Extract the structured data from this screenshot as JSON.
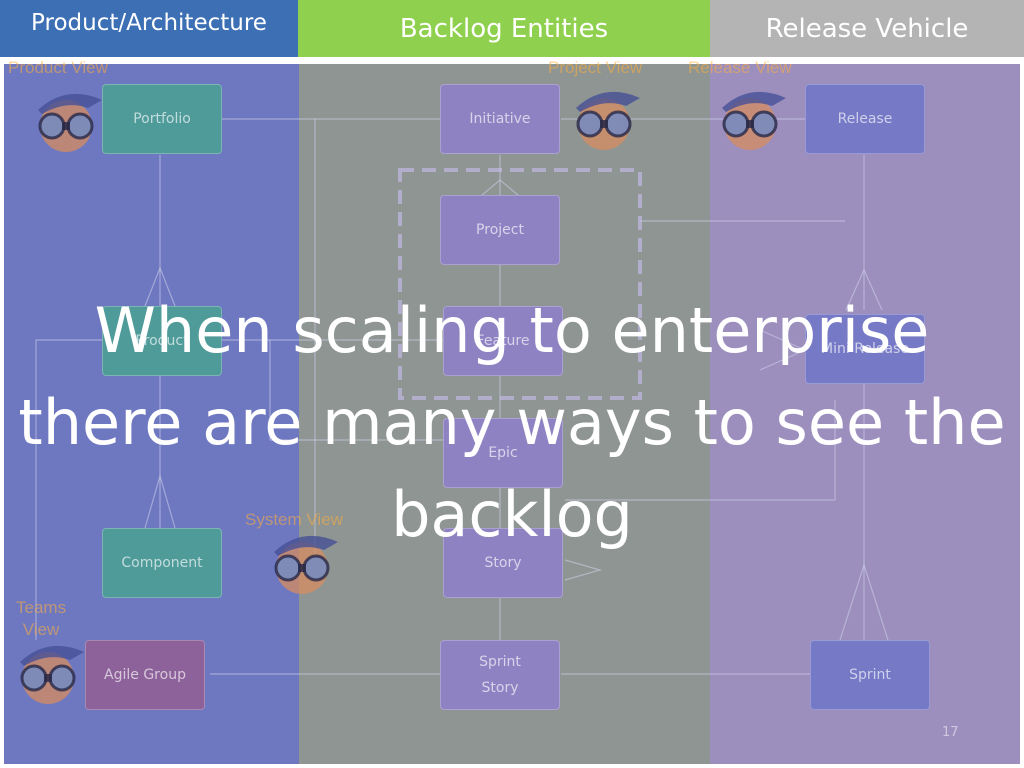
{
  "tabs": [
    {
      "label": "Product/Architecture",
      "color": "#3c6fb4"
    },
    {
      "label": "Backlog Entities",
      "color": "#8fd14f"
    },
    {
      "label": "Release Vehicle",
      "color": "#b4b4b4"
    }
  ],
  "columns": {
    "left": "#6e78c0",
    "middle": "#8e9592",
    "right": "#9c8fbe"
  },
  "views": {
    "product": "Product View",
    "project": "Project View",
    "release": "Release View",
    "system": "System View",
    "teams_line1": "Teams",
    "teams_line2": "View"
  },
  "nodes": {
    "portfolio": "Portfolio",
    "product": "Product",
    "component": "Component",
    "agile_group": "Agile Group",
    "initiative": "Initiative",
    "project": "Project",
    "feature": "Feature",
    "epic": "Epic",
    "story": "Story",
    "sprint_story_line1": "Sprint",
    "sprint_story_line2": "Story",
    "release": "Release",
    "mini_release": "Mini Release",
    "sprint": "Sprint"
  },
  "overlay": {
    "line1": "When scaling to enterprise",
    "line2": "there are many ways to see the",
    "line3": "backlog"
  },
  "page_number": "17"
}
